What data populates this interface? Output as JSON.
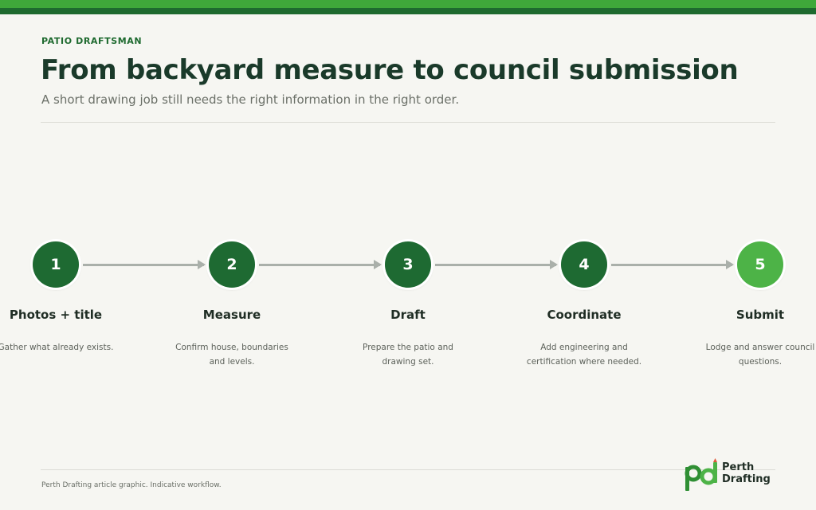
{
  "header": {
    "eyebrow": "PATIO DRAFTSMAN",
    "title": "From backyard measure to council submission",
    "subtitle": "A short drawing job still needs the right information in the right order."
  },
  "steps": [
    {
      "number": "1",
      "title": "Photos + title",
      "description": "Gather what already exists.",
      "color": "#1e6a32"
    },
    {
      "number": "2",
      "title": "Measure",
      "description": "Confirm house, boundaries and levels.",
      "color": "#1e6a32"
    },
    {
      "number": "3",
      "title": "Draft",
      "description": "Prepare the patio and drawing set.",
      "color": "#1e6a32"
    },
    {
      "number": "4",
      "title": "Coordinate",
      "description": "Add engineering and certification where needed.",
      "color": "#1e6a32"
    },
    {
      "number": "5",
      "title": "Submit",
      "description": "Lodge and answer council questions.",
      "color": "#4db347"
    }
  ],
  "footer": {
    "note": "Perth Drafting article graphic. Indicative workflow.",
    "logo_mark": "pd",
    "logo_line1": "Perth",
    "logo_line2": "Drafting"
  },
  "colors": {
    "accent_dark": "#1e6a32",
    "accent_light": "#4db347",
    "connector": "#aab0aa"
  }
}
